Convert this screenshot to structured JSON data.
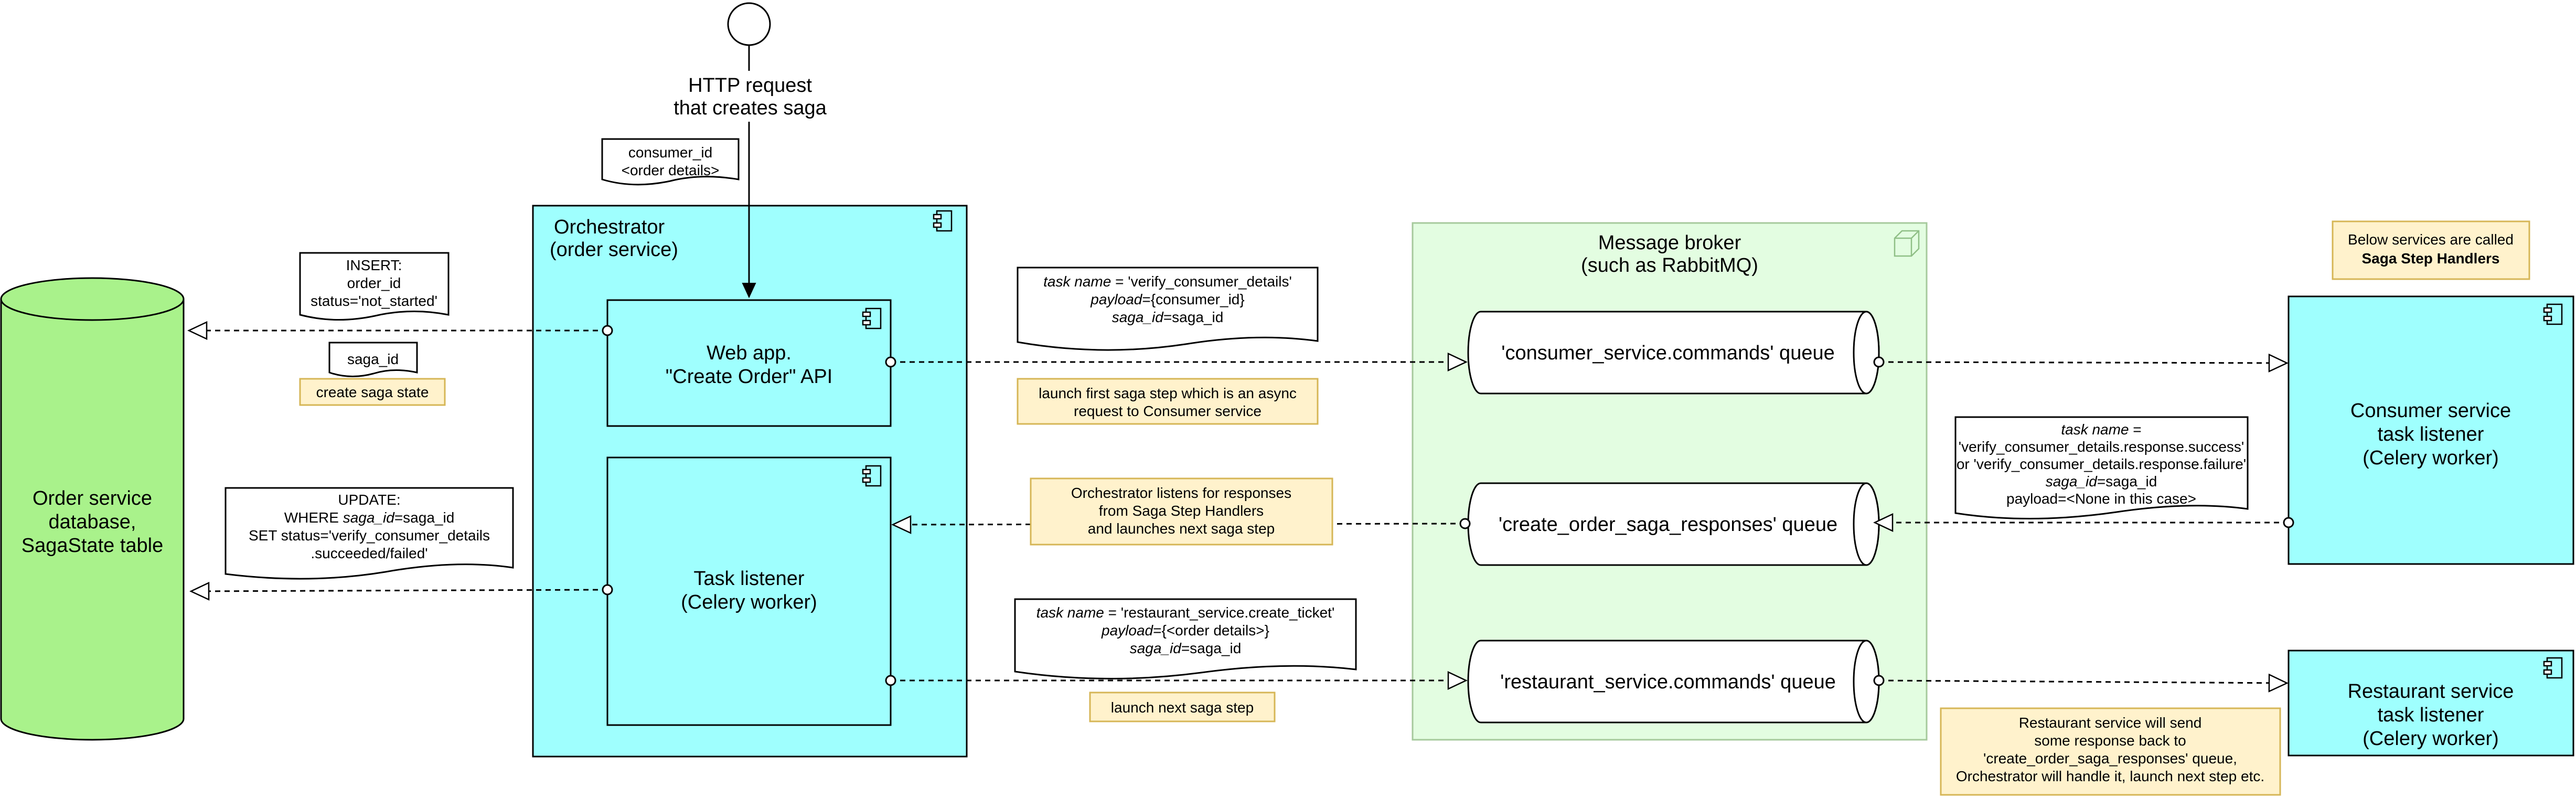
{
  "actor": {
    "label_line1": "HTTP request",
    "label_line2": "that creates saga"
  },
  "orchestrator": {
    "title_line1": "Orchestrator",
    "title_line2": "(order service)"
  },
  "webapp": {
    "line1": "Web app.",
    "line2": "\"Create Order\" API"
  },
  "task_listener": {
    "line1": "Task listener",
    "line2": "(Celery worker)"
  },
  "database": {
    "line1": "Order service",
    "line2": "database,",
    "line3": "SagaState table"
  },
  "broker": {
    "title_line1": "Message broker",
    "title_line2": "(such as RabbitMQ)"
  },
  "queues": {
    "consumer": "'consumer_service.commands' queue",
    "responses": "'create_order_saga_responses' queue",
    "restaurant": "'restaurant_service.commands' queue"
  },
  "consumer_service": {
    "line1": "Consumer service",
    "line2": "task listener",
    "line3": "(Celery worker)"
  },
  "restaurant_service": {
    "line1": "Restaurant service",
    "line2": "task listener",
    "line3": "(Celery worker)"
  },
  "docs": {
    "http_payload": {
      "line1": "consumer_id",
      "line2": "<order details>"
    },
    "insert": {
      "line1": "INSERT:",
      "line2": "order_id",
      "line3": "status='not_started'"
    },
    "saga_id": "saga_id",
    "update": {
      "line1": "UPDATE:",
      "line2_key": "WHERE ",
      "line2_italic": "saga_id",
      "line2_rest": "=saga_id",
      "line3": "SET status='verify_consumer_details",
      "line4": ".succeeded/failed'"
    },
    "verify_cmd": {
      "l1_italic": "task name",
      "l1_rest": " = 'verify_consumer_details'",
      "l2_italic": "payload",
      "l2_rest": "={consumer_id}",
      "l3_italic": "saga_id",
      "l3_rest": "=saga_id"
    },
    "create_ticket_cmd": {
      "l1_italic": "task name",
      "l1_rest": " = 'restaurant_service.create_ticket'",
      "l2_italic": "payload",
      "l2_rest": "={<order details>}",
      "l3_italic": "saga_id",
      "l3_rest": "=saga_id"
    },
    "response_msg": {
      "l1_italic": "task name",
      "l1_rest": " =",
      "l2": "'verify_consumer_details.response.success'",
      "l3": "or 'verify_consumer_details.response.failure'",
      "l4_italic": "saga_id",
      "l4_rest": "=saga_id",
      "l5": "payload=<None in this case>"
    }
  },
  "notes": {
    "create_state": "create saga state",
    "launch_first": {
      "line1": "launch first saga step which is an async",
      "line2": "request to Consumer service"
    },
    "listens": {
      "line1": "Orchestrator listens for responses",
      "line2": "from Saga Step Handlers",
      "line3": "and launches next saga step"
    },
    "launch_next": "launch next saga step",
    "step_handlers": {
      "line1": "Below services are called",
      "line2": "Saga Step Handlers"
    },
    "restaurant_note": {
      "line1": "Restaurant service will send",
      "line2": "some response back to",
      "line3": "'create_order_saga_responses' queue,",
      "line4": "Orchestrator will handle it, launch next step etc."
    }
  },
  "colors": {
    "component": "#9ffffe",
    "database": "#a9f28b",
    "broker": "#e3fde1",
    "broker_border": "#a6c99c",
    "note": "#fff2cc",
    "note_border": "#d6b656"
  }
}
